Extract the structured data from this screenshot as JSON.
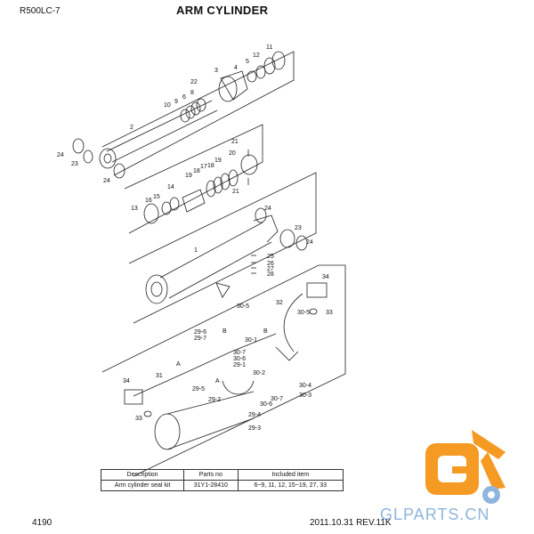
{
  "header": {
    "model": "R500LC-7",
    "title": "ARM CYLINDER"
  },
  "footer": {
    "page": "4190",
    "revision": "2011.10.31  REV.11K"
  },
  "watermark": {
    "text": "GLPARTS.CN",
    "color_primary": "#f59a23",
    "color_secondary": "#8fb4dd"
  },
  "callouts": {
    "c1": "1",
    "c2": "2",
    "c3": "3",
    "c4": "4",
    "c5": "5",
    "c6": "6",
    "c8": "8",
    "c9": "9",
    "c10": "10",
    "c11": "11",
    "c12": "12",
    "c13": "13",
    "c14": "14",
    "c15": "15",
    "c16": "16",
    "c17": "17",
    "c18": "18",
    "c19a": "19",
    "c19b": "19",
    "c20": "20",
    "c21a": "21",
    "c21b": "21",
    "c22": "22",
    "c23a": "23",
    "c23b": "23",
    "c24a": "24",
    "c24b": "24",
    "c24c": "24",
    "c24d": "24",
    "c25": "25",
    "c26": "26",
    "c27": "27",
    "c28": "28",
    "c29_1": "29-1",
    "c29_2": "29-2",
    "c29_3": "29-3",
    "c29_4": "29-4",
    "c29_5": "29-5",
    "c29_6": "29-6",
    "c29_7": "29-7",
    "c30_1": "30-1",
    "c30_2": "30-2",
    "c30_3": "30-3",
    "c30_4": "30-4",
    "c30_5": "30-5",
    "c30_5b": "30-5",
    "c30_6": "30-6",
    "c30_6b": "30-6",
    "c30_7": "30-7",
    "c30_7b": "30-7",
    "c31": "31",
    "c32": "32",
    "c33a": "33",
    "c33b": "33",
    "c34a": "34",
    "c34b": "34",
    "cA1": "A",
    "cA2": "A",
    "cB1": "B",
    "cB2": "B"
  },
  "kit_table": {
    "headers": [
      "Description",
      "Parts no",
      "Included item"
    ],
    "rows": [
      [
        "Arm cylinder seal kit",
        "31Y1-28410",
        "6~9, 11, 12, 15~19, 27, 33"
      ]
    ]
  }
}
